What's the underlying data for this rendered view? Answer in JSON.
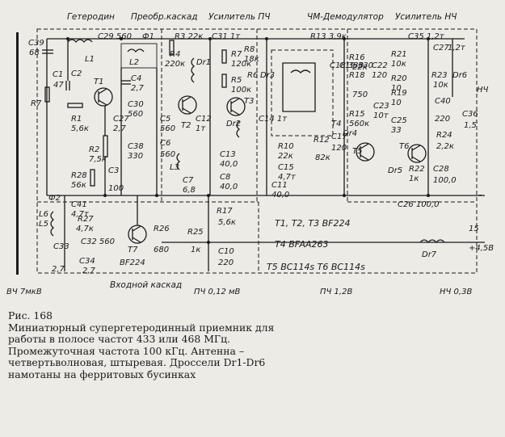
{
  "headers": {
    "heterodyne": "Гетеродин",
    "mixer": "Преобр.каскад",
    "if_amp": "Усилитель ПЧ",
    "demod": "ЧМ-Демодулятор",
    "af_amp": "Усилитель НЧ",
    "input": "Входной каскад"
  },
  "components": {
    "C39": "C39",
    "C39v": "68",
    "C1": "C1",
    "C1v": "47",
    "L1": "L1",
    "R1": "R1",
    "R1v": "5,6к",
    "T1": "T1",
    "R2": "R2",
    "R2v": "7,5к",
    "R28": "R28",
    "R28v": "56к",
    "C2": "C2",
    "C29": "C29 560",
    "Ph1": "Ф1",
    "L2": "L2",
    "C4": "C4",
    "C4v": "2,7",
    "C30": "C30",
    "C30v": "560",
    "C27": "C27",
    "C27v": "2,7",
    "C38": "C38",
    "C38v": "330",
    "C3": "C3",
    "C3v": "100",
    "C5": "C5",
    "C5v": "560",
    "C6": "C6",
    "C6v": "560",
    "R3": "R3 22к",
    "R4": "R4",
    "R4v": "220к",
    "Dr1": "Dr1",
    "T2": "T2",
    "C12": "C12",
    "C12v": "1т",
    "L3": "L3",
    "C7": "C7",
    "C7v": "6,8",
    "C31": "C31 1т",
    "R7": "R7",
    "R7v": "120к",
    "R5": "R5",
    "R5v": "100к",
    "R8": "R8",
    "R8v": "18к",
    "Dr2": "Dr2",
    "T3": "T3",
    "R6": "R6",
    "C13": "C13",
    "C13v": "40,0",
    "C8": "C8",
    "C8v": "40,0",
    "R13": "R13 3,9к",
    "Dr3": "Dr3",
    "C14": "C14 1т",
    "R10": "R10",
    "R10v": "22к",
    "C15": "C15",
    "C15v": "4,7т",
    "C11": "C11",
    "C11v": "40,0",
    "C18": "C18 330",
    "C19": "C19 330",
    "R16": "R16",
    "R16v": "22к",
    "R18": "R18",
    "R18v": "750",
    "R15": "R15",
    "R15v": "560к",
    "R12": "R12",
    "R12v": "82к",
    "C17": "C17",
    "C17v": "120",
    "T4": "T4",
    "Dr4": "Dr4",
    "C22": "C22",
    "C22v": "120",
    "R21": "R21",
    "R21v": "10к",
    "C35": "C35 1,2т",
    "R20": "R20",
    "R20v": "10",
    "C23": "C23",
    "C23v": "10т",
    "R19": "R19",
    "R19v": "10",
    "C25": "C25",
    "C25v": "33",
    "T5": "T5",
    "T6": "T6",
    "Dr5": "Dr5",
    "R22": "R22",
    "R22v": "1к",
    "C27b": "C27",
    "C27bv": "1,2т",
    "R23": "R23",
    "R23v": "10к",
    "Dr6": "Dr6",
    "C40": "C40",
    "C40v": "220",
    "C36": "C36",
    "C36v": "1,5",
    "R24": "R24",
    "R24v": "2,2к",
    "C28": "C28",
    "C28v": "100,0",
    "C26": "C26 100,0",
    "Ph2": "Ф2",
    "L6": "L6",
    "L5": "L5",
    "C41": "C41",
    "C41v": "4,7т",
    "R27": "R27",
    "R27v": "4,7к",
    "C32": "C32 560",
    "C33": "C33",
    "C33v": "2,7",
    "C34": "C34",
    "C34v": "2,7",
    "T7": "T7",
    "R26": "R26",
    "R26v": "680",
    "R25": "R25",
    "R25v": "1к",
    "R17": "R17",
    "R17v": "5,6к",
    "C10": "C10",
    "C10v": "220",
    "Dr7": "Dr7",
    "S5": "15",
    "R87": "R7"
  },
  "transistors": {
    "t123": "T1, T2, T3  BF224",
    "t4": "T4  BFAA263",
    "t56": "T5  BC114s     T6  BC114s",
    "t7": "BF224"
  },
  "bottom_labels": {
    "input": "ВЧ 7мкВ",
    "if_level": "ПЧ 0,12 мВ",
    "pch": "ПЧ 1,2В",
    "af": "НЧ 0,3В",
    "out": "НЧ",
    "supply": "+4,5В",
    "minus": "–"
  },
  "caption": {
    "title": "Рис. 168",
    "body": "Миниатюрный супергетеродинный приемник для работы в полосе частот 433 или 468 МГц. Промежуточная частота 100 кГц. Антенна – четвертьволновая, штыревая. Дроссели Dr1-Dr6 намотаны на ферритовых бусинках"
  }
}
